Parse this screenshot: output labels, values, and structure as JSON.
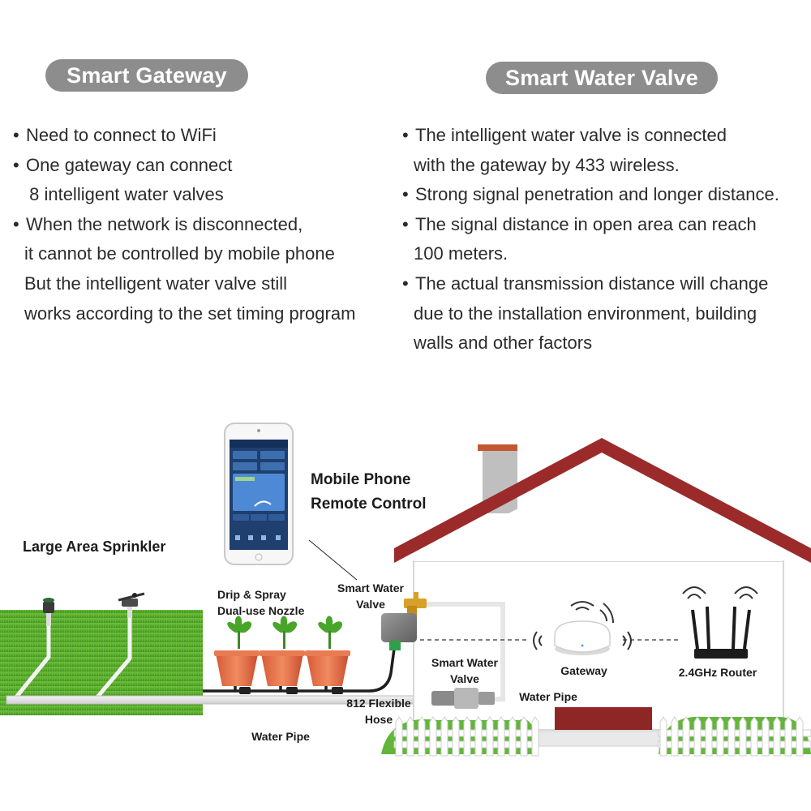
{
  "gateway": {
    "title": "Smart Gateway",
    "bullets": [
      {
        "lines": [
          "Need to connect to WiFi"
        ]
      },
      {
        "lines": [
          "One gateway can connect",
          " 8 intelligent water valves"
        ]
      },
      {
        "lines": [
          "When the network is disconnected,",
          "it cannot be controlled by mobile phone",
          "But the intelligent water valve still",
          "works according to the set timing program"
        ]
      }
    ]
  },
  "valve": {
    "title": "Smart Water Valve",
    "bullets": [
      {
        "lines": [
          "The intelligent water valve is connected",
          "with the gateway by 433 wireless."
        ]
      },
      {
        "lines": [
          "Strong signal penetration and longer distance."
        ]
      },
      {
        "lines": [
          "The signal distance in open area can reach",
          "100 meters."
        ]
      },
      {
        "lines": [
          "The actual transmission distance will change",
          "due to the installation environment, building",
          "walls and other factors"
        ]
      }
    ]
  },
  "diagram": {
    "mobile_line1": "Mobile Phone",
    "mobile_line2": "Remote Control",
    "large_area": "Large Area Sprinkler",
    "drip_line1": "Drip & Spray",
    "drip_line2": "Dual-use Nozzle",
    "valve_outside_line1": "Smart Water",
    "valve_outside_line2": "Valve",
    "valve_inside_line1": "Smart Water",
    "valve_inside_line2": "Valve",
    "gateway": "Gateway",
    "router": "2.4GHz Router",
    "water_pipe_house": "Water Pipe",
    "hose_line1": "812 Flexible",
    "hose_line2": "Hose",
    "water_pipe_ground": "Water Pipe"
  },
  "colors": {
    "pill": "#8d8d8d",
    "roof": "#9b2b2b",
    "grass": "#5cae2e",
    "pot": "#e0714a",
    "door": "#8e2626"
  },
  "icons": [
    "wifi-signal-icon",
    "router-icon",
    "gateway-icon",
    "phone-icon",
    "sprinkler-icon",
    "plant-icon",
    "faucet-icon"
  ]
}
